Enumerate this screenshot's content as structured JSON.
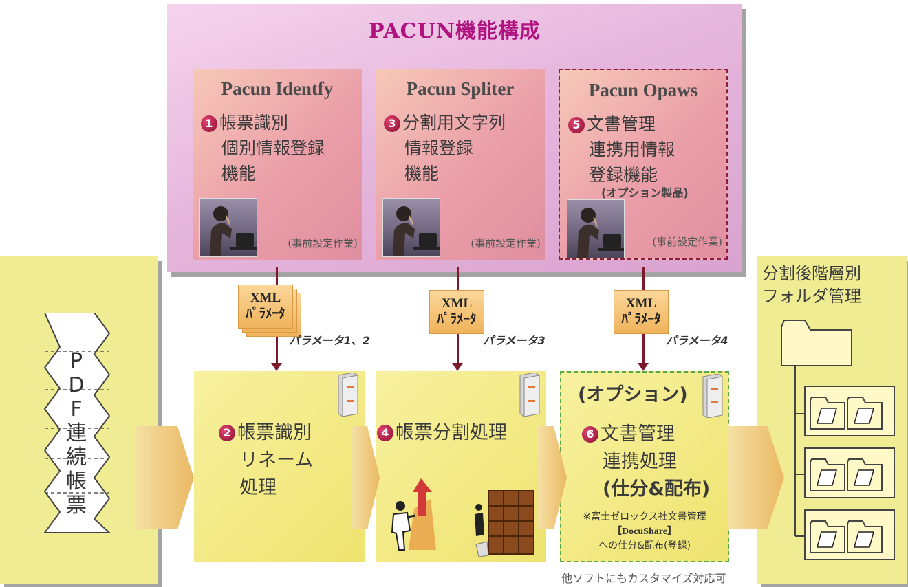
{
  "title": "PACUN機能構成",
  "modules": [
    {
      "name": "Pacun Identfy",
      "num": "1",
      "desc_1": "帳票識別",
      "desc_2": "個別情報登録",
      "desc_3": "機能",
      "note": "(事前設定作業)"
    },
    {
      "name": "Pacun Spliter",
      "num": "3",
      "desc_1": "分割用文字列",
      "desc_2": "情報登録",
      "desc_3": "機能",
      "note": "(事前設定作業)"
    },
    {
      "name": "Pacun Opaws",
      "num": "5",
      "desc_1": "文書管理",
      "desc_2": "連携用情報",
      "desc_3": "登録機能",
      "option": "(オプション製品)",
      "note": "(事前設定作業)"
    }
  ],
  "xml_docs": [
    {
      "line_1": "XML",
      "line_2": "ﾊﾟﾗﾒｰﾀ",
      "param": "パラメータ1、2"
    },
    {
      "line_1": "XML",
      "line_2": "ﾊﾟﾗﾒｰﾀ",
      "param": "パラメータ3"
    },
    {
      "line_1": "XML",
      "line_2": "ﾊﾟﾗﾒｰﾀ",
      "param": "パラメータ4"
    }
  ],
  "input": {
    "chars": [
      "P",
      "D",
      "F",
      "連",
      "続",
      "帳",
      "票"
    ]
  },
  "processes": [
    {
      "num": "2",
      "line_1": "帳票識別",
      "line_2": "リネーム",
      "line_3": "処理"
    },
    {
      "num": "4",
      "line_1": "帳票分割処理"
    },
    {
      "option": "(オプション)",
      "num": "6",
      "line_1": "文書管理",
      "line_2": "連携処理",
      "line_3": "(仕分&配布)",
      "note_1": "※富士ゼロックス社文書管理",
      "note_2": "【DocuShare】",
      "note_3": "への仕分&配布(登録)"
    }
  ],
  "footnote": "他ソフトにもカスタマイズ対応可",
  "output": {
    "title_1": "分割後階層別",
    "title_2": "フォルダ管理"
  }
}
